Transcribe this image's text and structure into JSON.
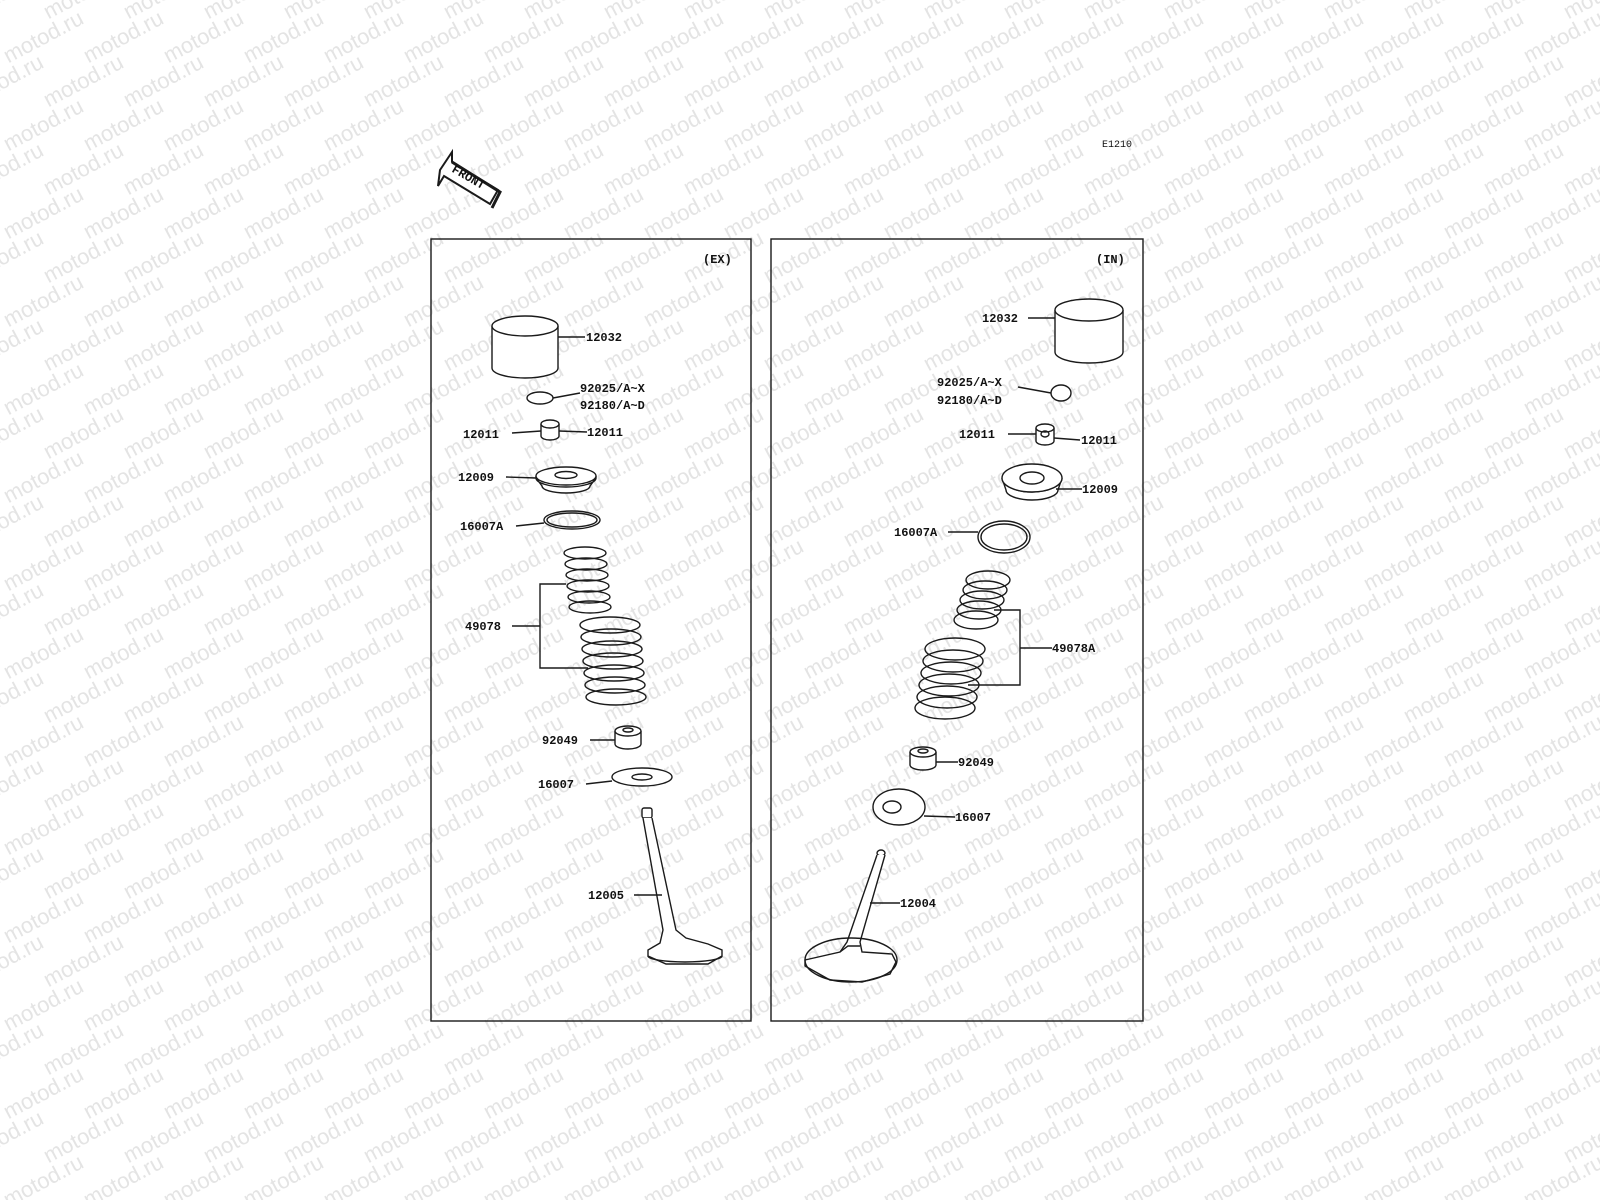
{
  "diagram_code": "E1210",
  "front_label": "FRONT",
  "panels": {
    "exhaust": {
      "tag": "(EX)",
      "labels": {
        "tappet": "12032",
        "shim_a": "92025/A~X",
        "shim_b": "92180/A~D",
        "cotter_left": "12011",
        "cotter_right": "12011",
        "retainer": "12009",
        "upper_seat": "16007A",
        "spring_set": "49078",
        "stem_seal": "92049",
        "lower_seat": "16007",
        "valve": "12005"
      }
    },
    "intake": {
      "tag": "(IN)",
      "labels": {
        "tappet": "12032",
        "shim_a": "92025/A~X",
        "shim_b": "92180/A~D",
        "cotter_left": "12011",
        "cotter_right": "12011",
        "retainer": "12009",
        "upper_seat": "16007A",
        "spring_set": "49078A",
        "stem_seal": "92049",
        "lower_seat": "16007",
        "valve": "12004"
      }
    }
  },
  "watermark": "motod.ru",
  "colors": {
    "line": "#1a1a1a",
    "text": "#111111",
    "watermark": "#e4e4e4"
  }
}
